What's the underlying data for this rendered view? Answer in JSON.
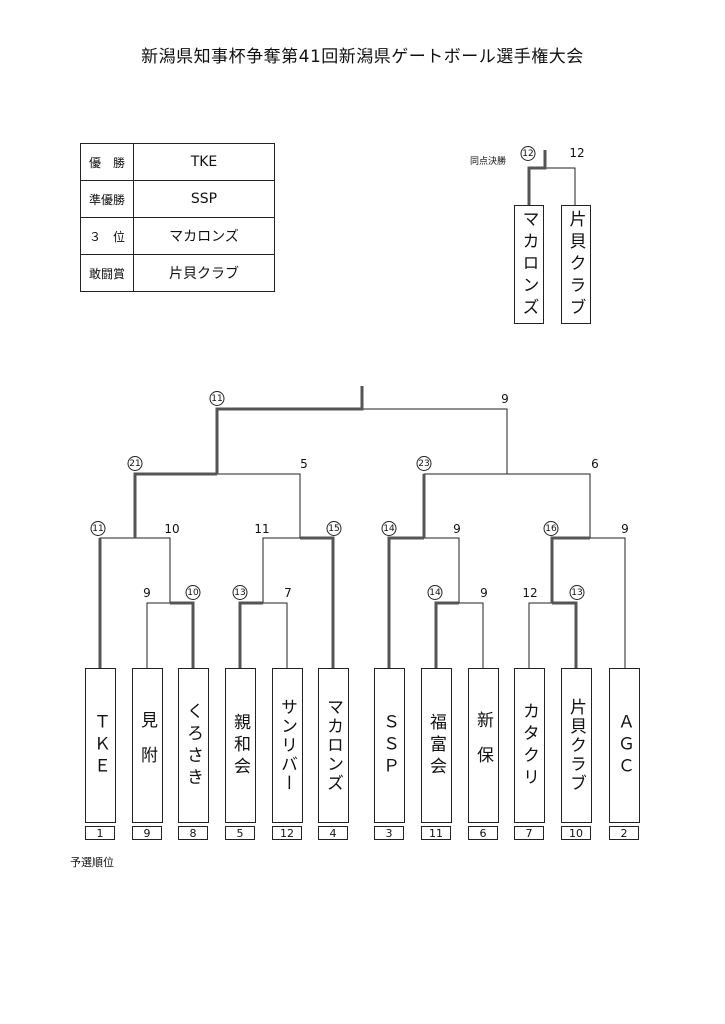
{
  "title": "新潟県知事杯争奪第41回新潟県ゲートボール選手権大会",
  "results": [
    {
      "label": "優　勝",
      "value": "TKE"
    },
    {
      "label": "準優勝",
      "value": "SSP"
    },
    {
      "label": "３　位",
      "value": "マカロンズ"
    },
    {
      "label": "敢闘賞",
      "value": "片貝クラブ"
    }
  ],
  "tiebreak": {
    "label": "同点決勝",
    "left_team": "マカロンズ",
    "left_score": "12",
    "right_team": "片貝クラブ",
    "right_score": "12"
  },
  "teams": [
    {
      "name": "ＴＫＥ",
      "rank": "1"
    },
    {
      "name": "見附",
      "rank": "9"
    },
    {
      "name": "くろさき",
      "rank": "8"
    },
    {
      "name": "親和会",
      "rank": "5"
    },
    {
      "name": "サンリバー",
      "rank": "12"
    },
    {
      "name": "マカロンズ",
      "rank": "4"
    },
    {
      "name": "ＳＳＰ",
      "rank": "3"
    },
    {
      "name": "福富会",
      "rank": "11"
    },
    {
      "name": "新保",
      "rank": "6"
    },
    {
      "name": "カタクリ",
      "rank": "7"
    },
    {
      "name": "片貝クラブ",
      "rank": "10"
    },
    {
      "name": "ＡＧＣ",
      "rank": "2"
    }
  ],
  "scores": {
    "r1_left1_a": "9",
    "r1_left1_b": "10",
    "r1_left2_a": "13",
    "r1_left2_b": "7",
    "r1_right1_a": "14",
    "r1_right1_b": "9",
    "r1_right2_a": "12",
    "r1_right2_b": "13",
    "r2_a_a": "11",
    "r2_a_b": "10",
    "r2_b_a": "11",
    "r2_b_b": "15",
    "r2_c_a": "14",
    "r2_c_b": "9",
    "r2_d_a": "16",
    "r2_d_b": "9",
    "sf_left_a": "21",
    "sf_left_b": "5",
    "sf_right_a": "23",
    "sf_right_b": "6",
    "final_a": "11",
    "final_b": "9"
  },
  "footer": "予選順位"
}
